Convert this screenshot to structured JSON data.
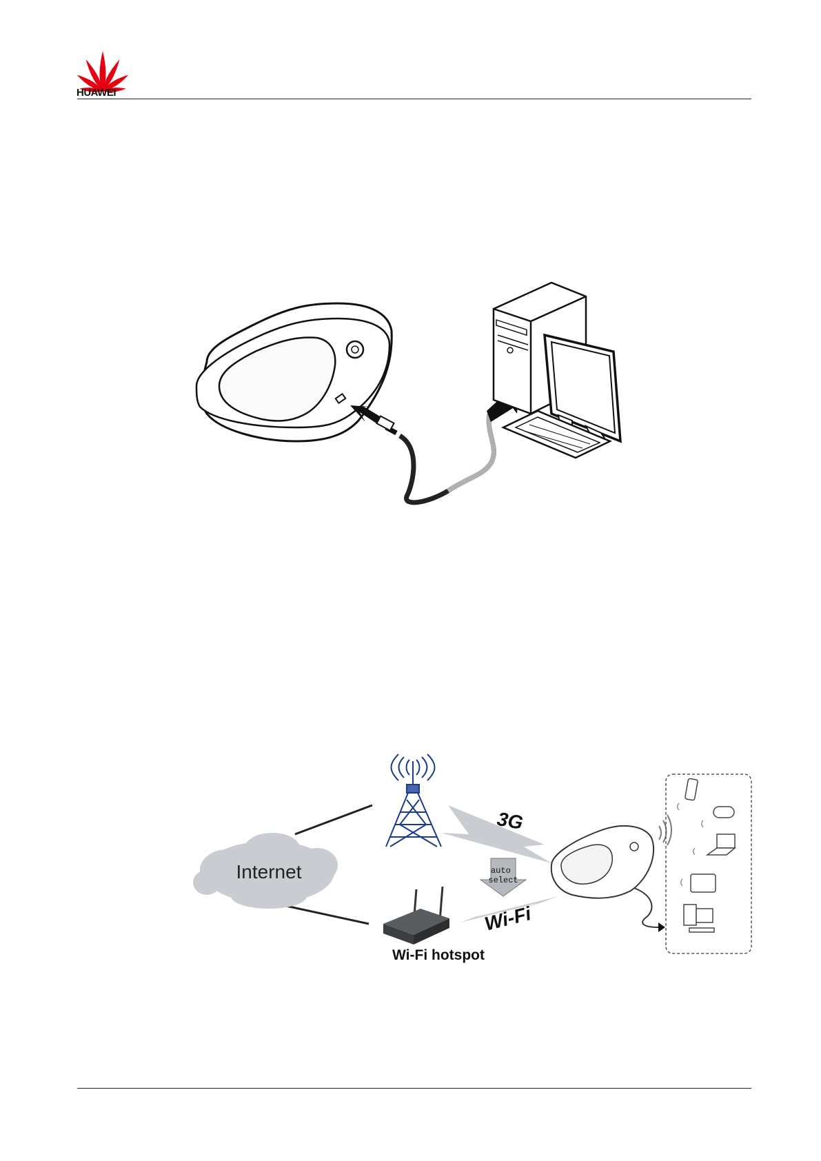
{
  "header": {
    "brand": "HUAWEI",
    "brand_color": "#e60012"
  },
  "figure2": {
    "cloud_label": "Internet",
    "link_3g_label": "3G",
    "auto_select_label": "auto select",
    "wifi_label": "Wi-Fi",
    "hotspot_label": "Wi-Fi hotspot"
  }
}
